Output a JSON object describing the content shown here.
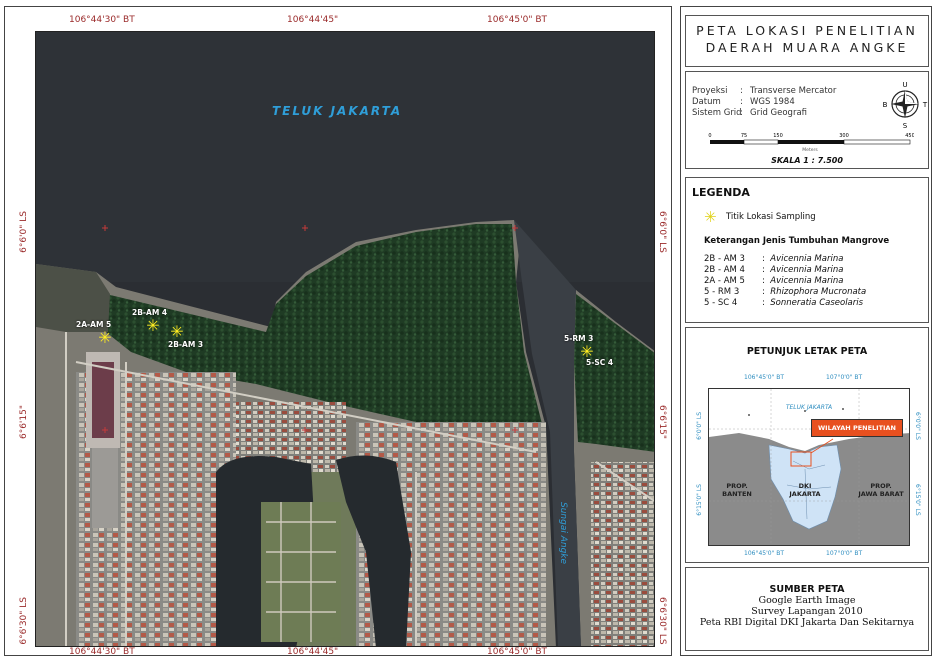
{
  "map": {
    "top_coords": [
      "106°44'30\" BT",
      "106°44'45\"",
      "106°45'0\" BT"
    ],
    "bottom_coords": [
      "106°44'30\" BT",
      "106°44'45\"",
      "106°45'0\" BT"
    ],
    "left_coords": [
      "6°6'0\" LS",
      "6°6'15\"",
      "6°6'30\" LS"
    ],
    "right_coords": [
      "6°6'0\" LS",
      "6°6'15\"",
      "6°6'30\" LS"
    ],
    "sea_label": "TELUK JAKARTA",
    "river_label": "Sungai Angke",
    "sites": [
      {
        "label": "2B-AM 4"
      },
      {
        "label": "2A-AM 5"
      },
      {
        "label": "2B-AM 3"
      },
      {
        "label": "5-RM 3"
      },
      {
        "label": "5-SC 4"
      }
    ],
    "colors": {
      "sea": "#2b2e33",
      "mangrove": "#1f3b24",
      "land": "#7c7a72",
      "site": "#ffee22"
    }
  },
  "title": {
    "line1": "PETA LOKASI PENELITIAN",
    "line2": "DAERAH MUARA ANGKE"
  },
  "projection": {
    "rows": [
      {
        "key": "Proyeksi",
        "value": "Transverse Mercator"
      },
      {
        "key": "Datum",
        "value": "WGS 1984"
      },
      {
        "key": "Sistem Grid",
        "value": "Grid Geografi"
      }
    ],
    "compass": {
      "n": "U",
      "s": "S",
      "e": "T",
      "w": "B"
    },
    "scale_ticks": [
      "0",
      "75",
      "150",
      "300",
      "450"
    ],
    "scale_unit": "Meters",
    "scale_text": "SKALA 1 : 7.500"
  },
  "legend": {
    "title": "LEGENDA",
    "sampling_label": "Titik Lokasi Sampling",
    "subtitle": "Keterangan Jenis Tumbuhan Mangrove",
    "mangroves": [
      {
        "code": "2B - AM 3",
        "species": "Avicennia Marina"
      },
      {
        "code": "2B - AM 4",
        "species": "Avicennia Marina"
      },
      {
        "code": "2A - AM 5",
        "species": "Avicennia Marina"
      },
      {
        "code": "5 - RM 3",
        "species": "Rhizophora Mucronata"
      },
      {
        "code": "5 - SC 4",
        "species": "Sonneratia Caseolaris"
      }
    ]
  },
  "inset": {
    "title": "PETUNJUK LETAK PETA",
    "top_coords": [
      "106°45'0\" BT",
      "107°0'0\" BT"
    ],
    "bottom_coords": [
      "106°45'0\" BT",
      "107°0'0\" BT"
    ],
    "left_coords": [
      "6°0'0\" LS",
      "6°15'0\" LS"
    ],
    "right_coords": [
      "6°0'0\" LS",
      "6°15'0\" LS"
    ],
    "sea_label": "TELUK JAKARTA",
    "callout": "WILAYAH PENELITIAN",
    "regions": {
      "banten": "PROP.\nBANTEN",
      "dki": "DKI\nJAKARTA",
      "jabar": "PROP.\nJAWA BARAT"
    }
  },
  "source": {
    "title": "SUMBER PETA",
    "lines": [
      "Google Earth Image",
      "Survey Lapangan 2010",
      "Peta RBI Digital DKI Jakarta Dan Sekitarnya"
    ]
  }
}
